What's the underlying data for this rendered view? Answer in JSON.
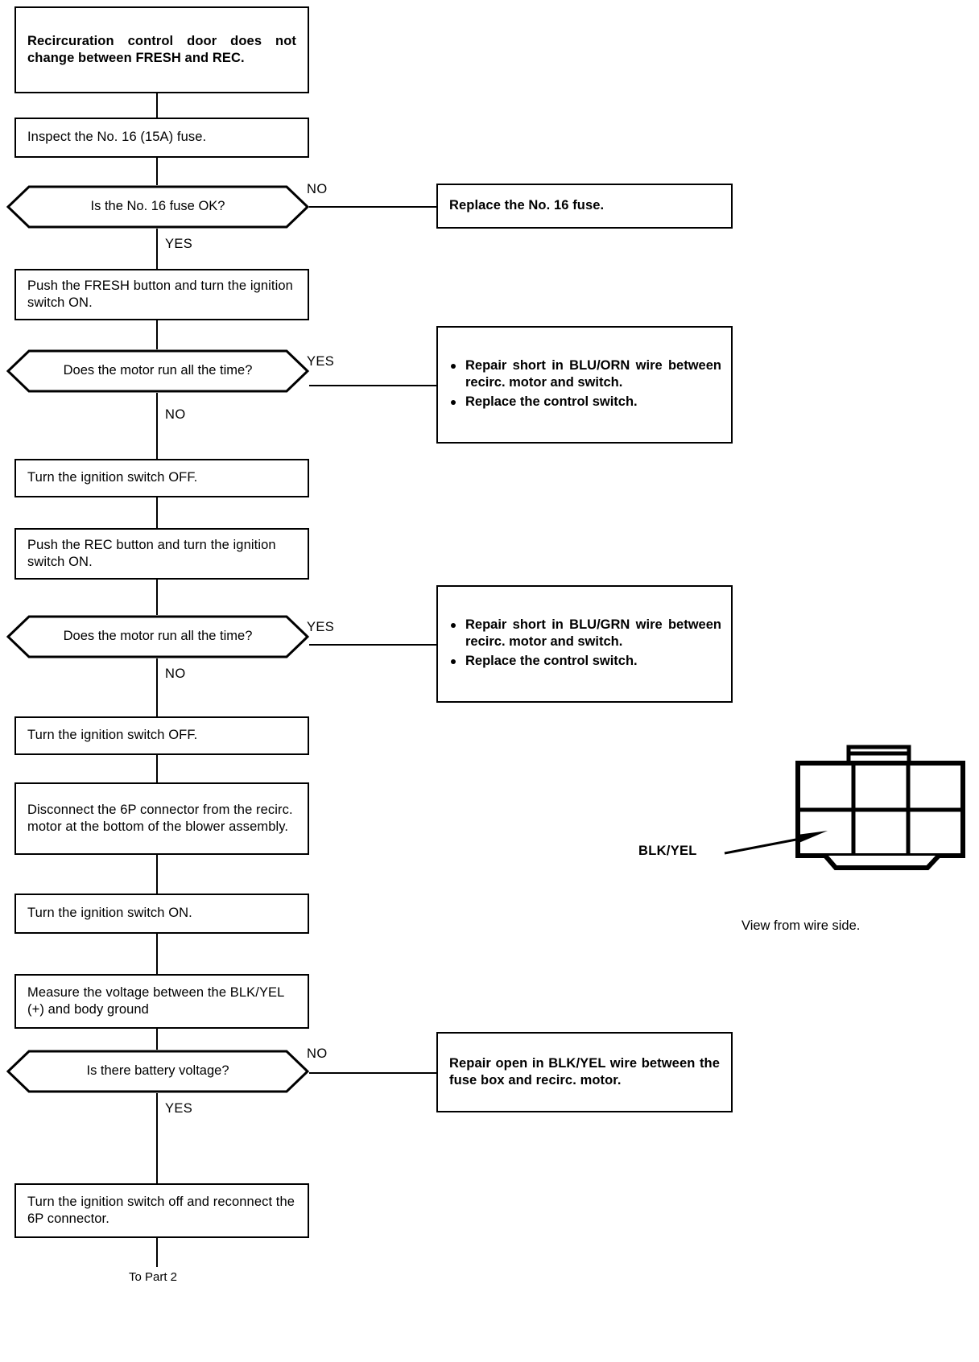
{
  "flowchart": {
    "title_box": {
      "text": "Recircuration control door does not change between FRESH and REC."
    },
    "steps": {
      "inspect_fuse": "Inspect the No. 16 (15A) fuse.",
      "push_fresh": "Push the FRESH button and turn the ignition switch ON.",
      "ign_off_1": "Turn the ignition switch OFF.",
      "push_rec": "Push the REC button and turn the ignition switch ON.",
      "ign_off_2": "Turn the ignition switch OFF.",
      "disconnect_6p": "Disconnect the 6P connector from the recirc. motor at the bottom of the blower assembly.",
      "ign_on": "Turn the ignition switch ON.",
      "measure_voltage": "Measure the voltage between the BLK/YEL (+) and body ground",
      "reconnect": "Turn the ignition switch off and reconnect the 6P connector."
    },
    "decisions": {
      "fuse_ok": "Is the No. 16 fuse OK?",
      "motor_runs_fresh": "Does the motor run all the time?",
      "motor_runs_rec": "Does the motor run all the time?",
      "battery_voltage": "Is there battery voltage?"
    },
    "branch_labels": {
      "fuse_no": "NO",
      "fuse_yes": "YES",
      "fresh_yes": "YES",
      "fresh_no": "NO",
      "rec_yes": "YES",
      "rec_no": "NO",
      "voltage_no": "NO",
      "voltage_yes": "YES"
    },
    "outcomes": {
      "replace_fuse": "Replace the No. 16 fuse.",
      "repair_orn": [
        "Repair short in BLU/ORN wire between recirc. motor and switch.",
        "Replace the control switch."
      ],
      "repair_grn": [
        "Repair short in BLU/GRN wire between recirc. motor and switch.",
        "Replace the control switch."
      ],
      "repair_open": "Repair open in BLK/YEL wire between the fuse box and recirc. motor."
    },
    "footer": "To Part 2"
  },
  "connector_diagram": {
    "wire_label": "BLK/YEL",
    "view_note": "View from wire side.",
    "cavities": 6,
    "rows": 2,
    "columns": 3
  },
  "colors": {
    "ink": "#000000",
    "paper": "#ffffff"
  }
}
